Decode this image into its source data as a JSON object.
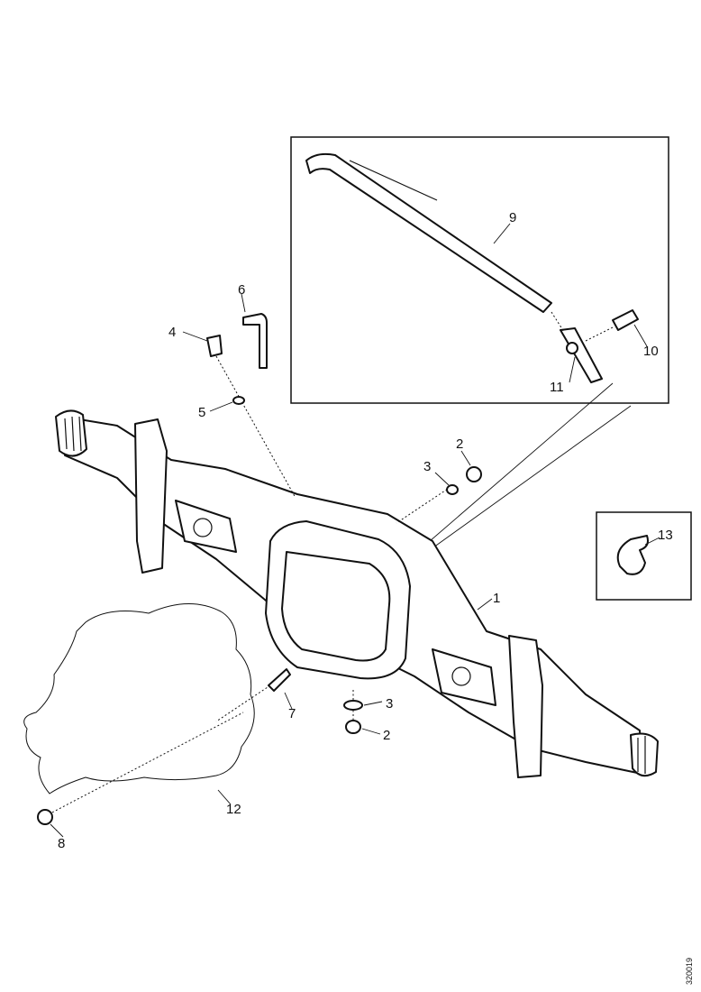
{
  "callouts": {
    "c1": "1",
    "c2a": "2",
    "c2b": "2",
    "c3a": "3",
    "c3b": "3",
    "c4": "4",
    "c5": "5",
    "c6": "6",
    "c7": "7",
    "c8": "8",
    "c9": "9",
    "c10": "10",
    "c11": "11",
    "c12": "12",
    "c13": "13"
  },
  "reference": "320019"
}
